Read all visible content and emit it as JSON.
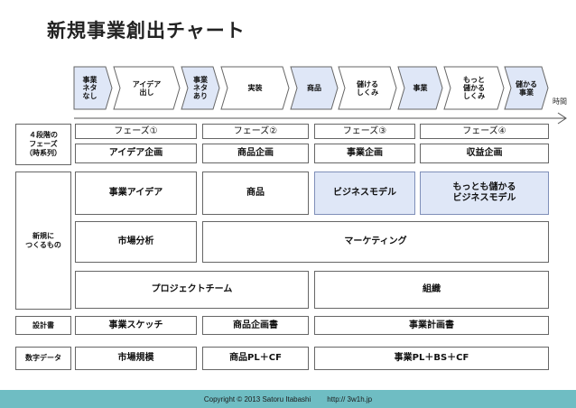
{
  "title": "新規事業創出チャート",
  "timeline": {
    "axis_label": "時間",
    "stages": [
      {
        "label": "事業\nネタ\nなし",
        "highlight": true
      },
      {
        "label": "アイデア\n出し",
        "highlight": false
      },
      {
        "label": "事業\nネタ\nあり",
        "highlight": true
      },
      {
        "label": "実装",
        "highlight": false
      },
      {
        "label": "商品",
        "highlight": true
      },
      {
        "label": "儲ける\nしくみ",
        "highlight": false
      },
      {
        "label": "事業",
        "highlight": true
      },
      {
        "label": "もっと\n儲かる\nしくみ",
        "highlight": false
      },
      {
        "label": "儲かる\n事業",
        "highlight": true
      }
    ]
  },
  "rows": {
    "phases_label": "４段階の\nフェーズ\n（時系列）",
    "phases": [
      "フェーズ①",
      "フェーズ②",
      "フェーズ③",
      "フェーズ④"
    ],
    "phase_plans": [
      "アイデア企画",
      "商品企画",
      "事業企画",
      "収益企画"
    ],
    "creations_label": "新規に\nつくるもの",
    "idea": "事業アイデア",
    "product": "商品",
    "business_model": "ビジネスモデル",
    "better_model": "もっとも儲かる\nビジネスモデル",
    "market_analysis": "市場分析",
    "marketing": "マーケティング",
    "project_team": "プロジェクトチーム",
    "organization": "組織",
    "documents_label": "設計書",
    "sketch": "事業スケッチ",
    "product_plan_doc": "商品企画書",
    "business_plan_doc": "事業計画書",
    "numbers_label": "数字データ",
    "market_size": "市場規模",
    "product_pl": "商品PL＋CF",
    "business_pl": "事業PL＋BS＋CF"
  },
  "footer": {
    "copyright": "Copyright  © 2013 Satoru Itabashi",
    "url": "http:// 3w1h.jp"
  },
  "colors": {
    "highlight": "#dfe7f7",
    "stage_plain": "#ffffff",
    "border": "#666666",
    "footer": "#6fbdc3"
  }
}
